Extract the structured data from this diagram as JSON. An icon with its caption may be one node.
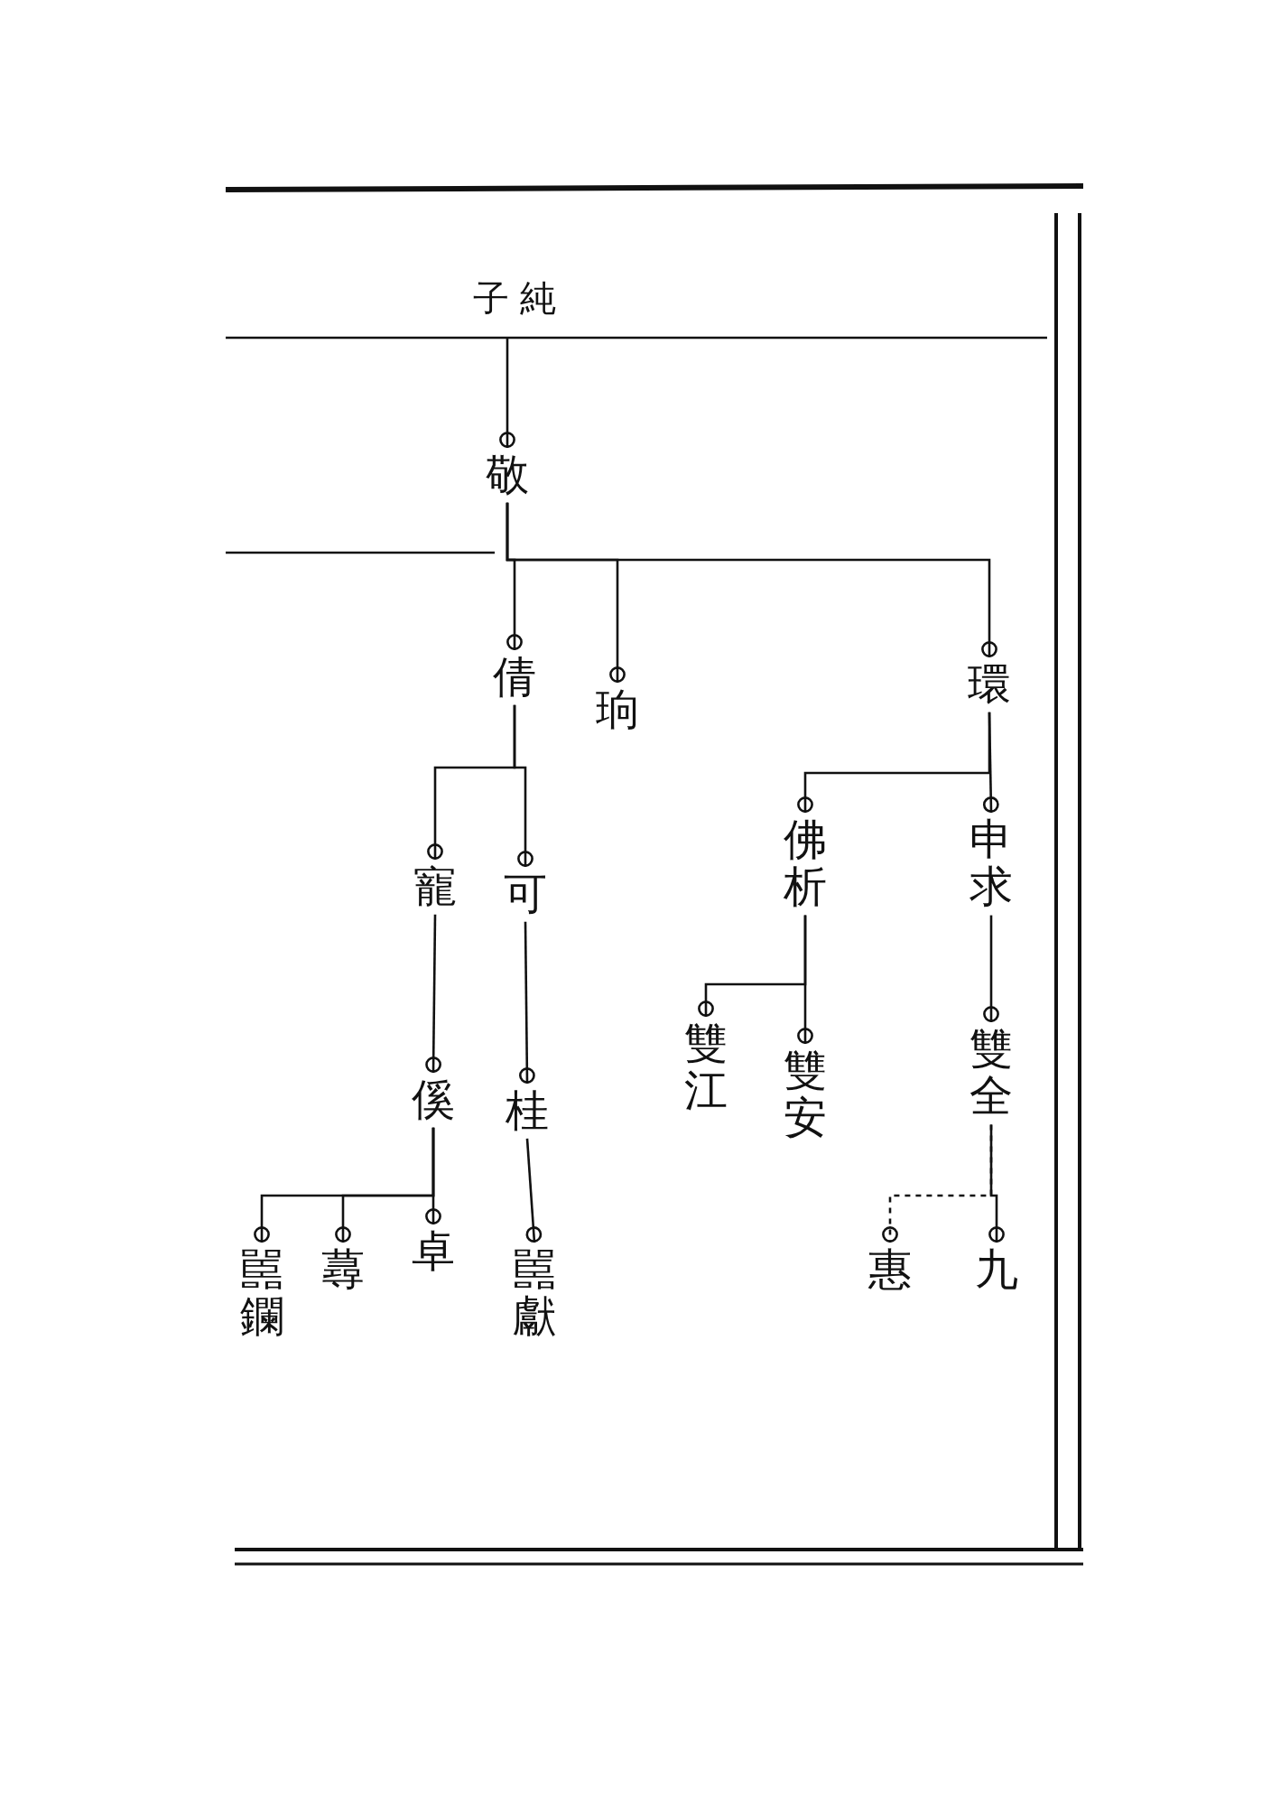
{
  "diagram": {
    "nodes": [
      {
        "text": [
          "敬"
        ]
      },
      {
        "text": [
          "倩"
        ]
      },
      {
        "text": [
          "珦"
        ]
      },
      {
        "text": [
          "環"
        ]
      },
      {
        "text": [
          "可"
        ]
      },
      {
        "text": [
          "寵"
        ]
      },
      {
        "text": [
          "申求"
        ]
      },
      {
        "text": [
          "佛析"
        ]
      },
      {
        "text": [
          "桂"
        ]
      },
      {
        "text": [
          "傒"
        ]
      },
      {
        "text": [
          "雙全"
        ]
      },
      {
        "text": [
          "雙安"
        ]
      },
      {
        "text": [
          "雙江"
        ]
      },
      {
        "text": [
          "嚚獻"
        ]
      },
      {
        "text": [
          "卓"
        ]
      },
      {
        "text": [
          "蕁"
        ]
      },
      {
        "text": [
          "嚚鑭"
        ]
      },
      {
        "text": [
          "惠"
        ]
      },
      {
        "text": [
          "九"
        ]
      }
    ],
    "edges": [
      {
        "from": null,
        "to": 0,
        "arrow": "other"
      },
      {
        "from": 0,
        "to": 1,
        "arrow": "other"
      },
      {
        "from": 0,
        "to": 2,
        "arrow": "other"
      },
      {
        "from": 0,
        "to": 3,
        "arrow": "other"
      },
      {
        "from": 1,
        "to": 4,
        "arrow": "other"
      },
      {
        "from": 1,
        "to": 5,
        "arrow": "other"
      },
      {
        "from": 3,
        "to": 6,
        "arrow": "other"
      },
      {
        "from": 3,
        "to": 7,
        "arrow": "other"
      },
      {
        "from": 4,
        "to": 8,
        "arrow": "other"
      },
      {
        "from": 5,
        "to": 9,
        "arrow": "other"
      },
      {
        "from": 6,
        "to": 10,
        "arrow": "other"
      },
      {
        "from": 7,
        "to": 11,
        "arrow": "other"
      },
      {
        "from": 7,
        "to": 12,
        "arrow": "other"
      },
      {
        "from": 8,
        "to": 13,
        "arrow": "other"
      },
      {
        "from": 9,
        "to": 14,
        "arrow": "other"
      },
      {
        "from": 9,
        "to": 15,
        "arrow": "other"
      },
      {
        "from": 9,
        "to": 16,
        "arrow": "other"
      },
      {
        "from": 10,
        "to": 18,
        "arrow": "other"
      },
      {
        "from": 10,
        "to": 17,
        "arrow": "other",
        "style": "dashed"
      }
    ],
    "labels": [
      "子純"
    ]
  }
}
